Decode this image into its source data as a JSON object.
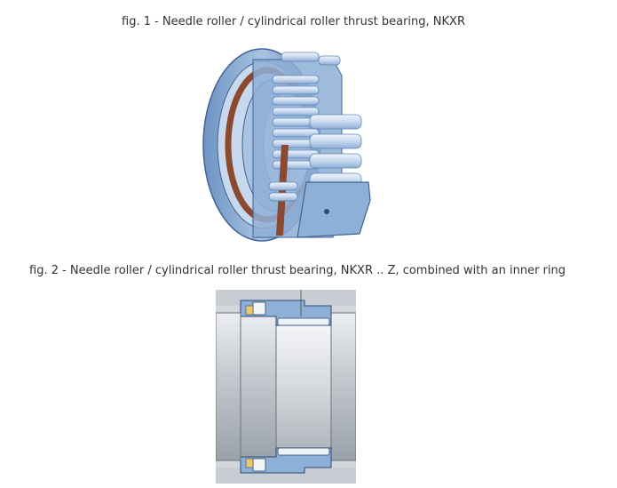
{
  "figures": [
    {
      "caption": "fig. 1 - Needle roller / cylindrical roller thrust bearing, NKXR",
      "image": "bearing-3d-cutaway"
    },
    {
      "caption": "fig. 2 - Needle roller / cylindrical roller thrust bearing, NKXR .. Z, combined with an inner ring",
      "image": "bearing-cross-section"
    }
  ],
  "colors": {
    "bearing_blue": "#8fb0d6",
    "bearing_blue_dark": "#5f86b8",
    "roller_light": "#dfe9f6",
    "rust_ring": "#8a4a30",
    "shaft_gray": "#c9cdd3",
    "text": "#333333"
  }
}
